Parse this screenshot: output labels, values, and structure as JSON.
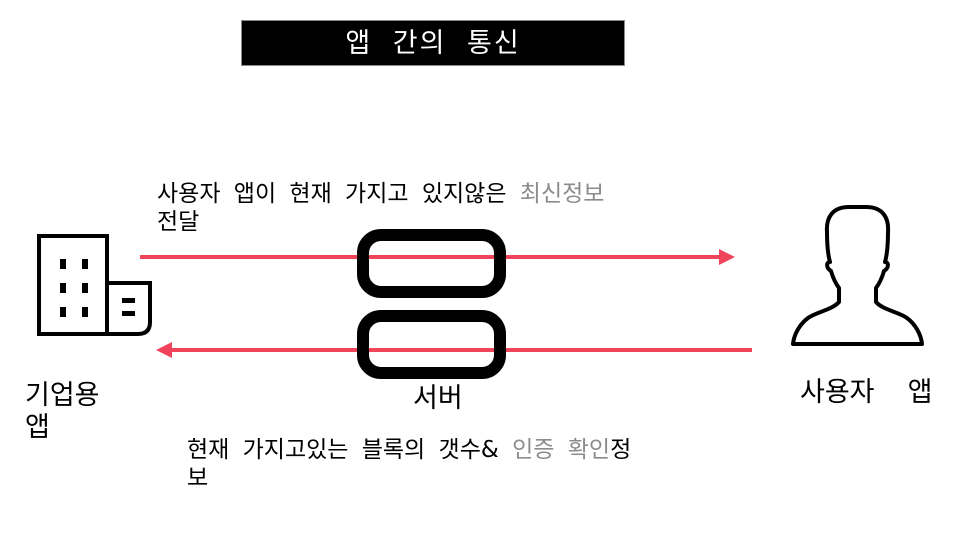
{
  "title": "앱 간의 통신",
  "colors": {
    "arrow": "#f0445a",
    "title_bg": "#000000",
    "title_text": "#ffffff",
    "highlight_text": "#8c8c8c",
    "icon_stroke": "#000000"
  },
  "nodes": {
    "enterprise_app": {
      "icon": "building-icon",
      "label_line1": "기업용",
      "label_line2": "앱"
    },
    "server": {
      "icon": "server-icon",
      "label": "서버"
    },
    "user_app": {
      "icon": "user-icon",
      "label": "사용자  앱"
    }
  },
  "messages": {
    "top": {
      "direction": "enterprise_app -> user_app",
      "text_plain": "사용자 앱이 현재 가지고 있지않은 ",
      "text_highlight": "최신정보",
      "text_line2": "전달"
    },
    "bottom": {
      "direction": "user_app -> enterprise_app",
      "text_plain": "현재 가지고있는 블록의 갯수& ",
      "text_highlight": "인증 확인",
      "text_plain_after": "정",
      "text_line2": "보"
    }
  }
}
